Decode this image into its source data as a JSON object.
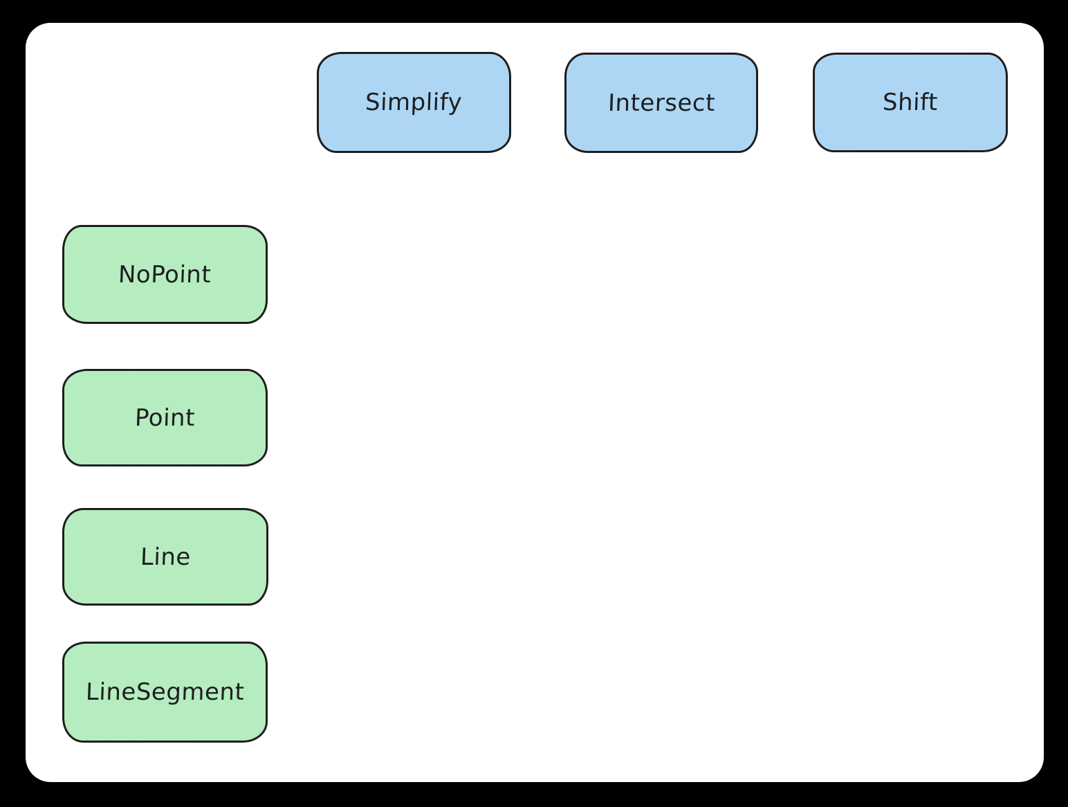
{
  "diagram": {
    "operations": [
      {
        "label": "Simplify"
      },
      {
        "label": "Intersect"
      },
      {
        "label": "Shift"
      }
    ],
    "types": [
      {
        "label": "NoPoint"
      },
      {
        "label": "Point"
      },
      {
        "label": "Line"
      },
      {
        "label": "LineSegment"
      }
    ]
  },
  "colors": {
    "frame_background": "#000000",
    "canvas_background": "#ffffff",
    "operation_fill": "#add6f5",
    "type_fill": "#b5edc0",
    "stroke": "#1e1e1e",
    "text": "#1e1e1e"
  }
}
